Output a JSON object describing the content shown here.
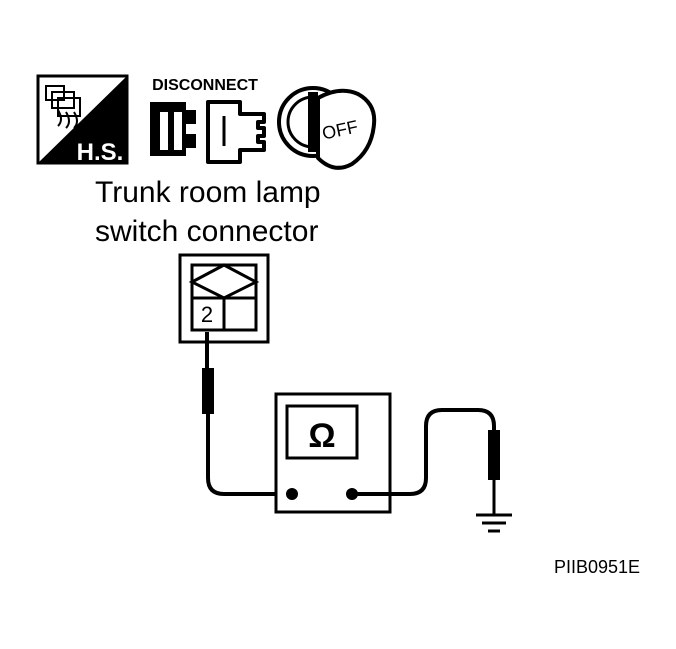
{
  "icons": {
    "harness_side": {
      "label": "H.S.",
      "icon": "harness-side-icon"
    },
    "disconnect": {
      "label": "DISCONNECT",
      "icon": "disconnect-connector-icon"
    },
    "ignition": {
      "label": "OFF",
      "icon": "ignition-key-off-icon"
    }
  },
  "connector": {
    "title_line1": "Trunk room lamp",
    "title_line2": "switch connector",
    "terminal": "2"
  },
  "meter": {
    "symbol": "Ω",
    "icon": "ohmmeter-icon"
  },
  "ground": {
    "icon": "ground-symbol-icon"
  },
  "figure_id": "PIIB0951E",
  "colors": {
    "ink": "#000000",
    "background": "#ffffff"
  }
}
